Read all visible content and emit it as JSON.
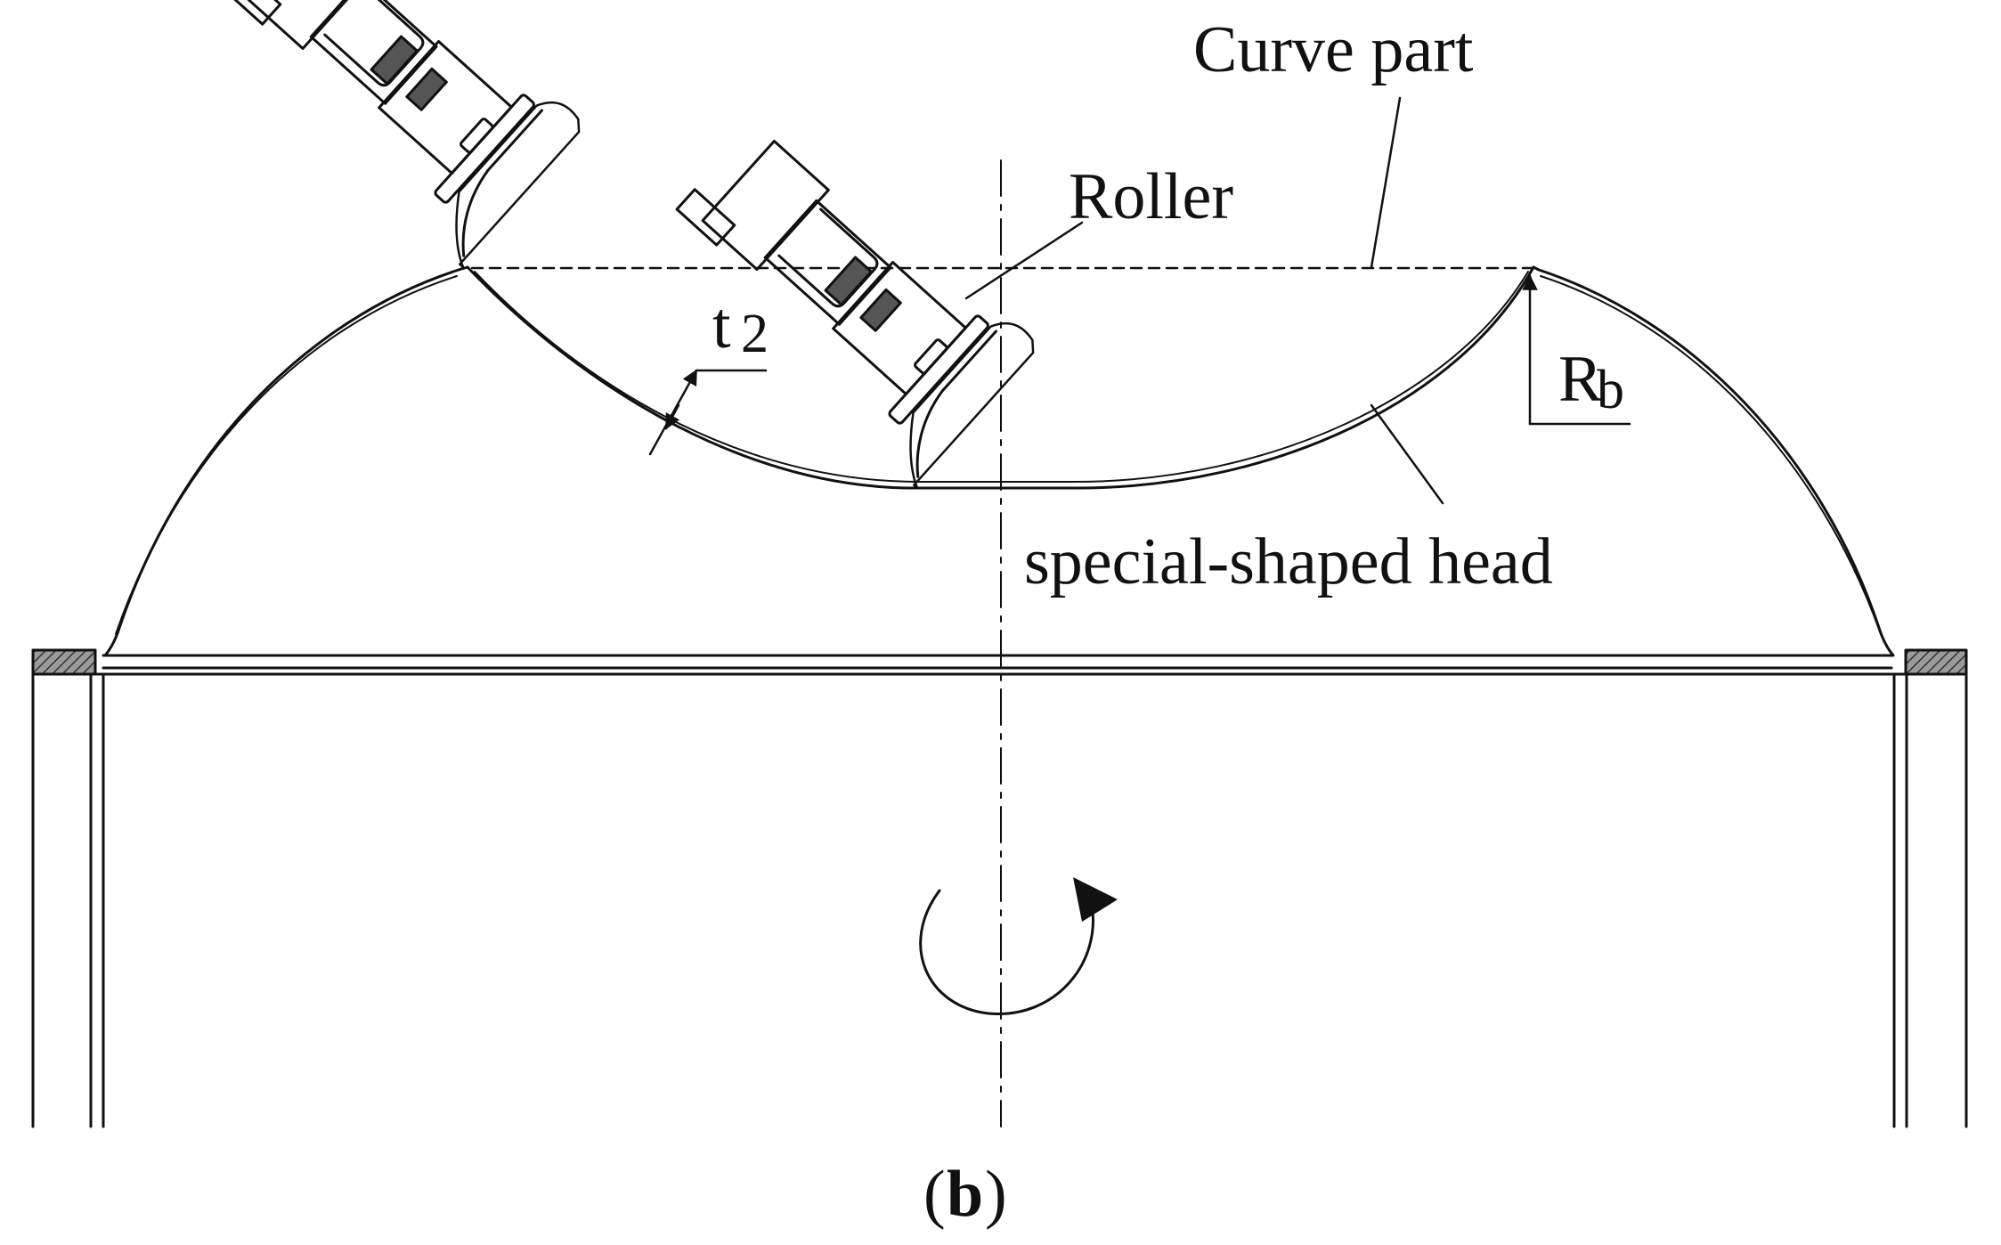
{
  "labels": {
    "curve_part": "Curve part",
    "roller": "Roller",
    "t2": "t",
    "t2_sub": "2",
    "rb": "R",
    "rb_sub": "b",
    "special_head": "special-shaped head"
  },
  "caption": {
    "open": "(",
    "letter": "b",
    "close": ")"
  },
  "colors": {
    "line": "#111111",
    "hatch": "#333333",
    "background": "#ffffff"
  }
}
